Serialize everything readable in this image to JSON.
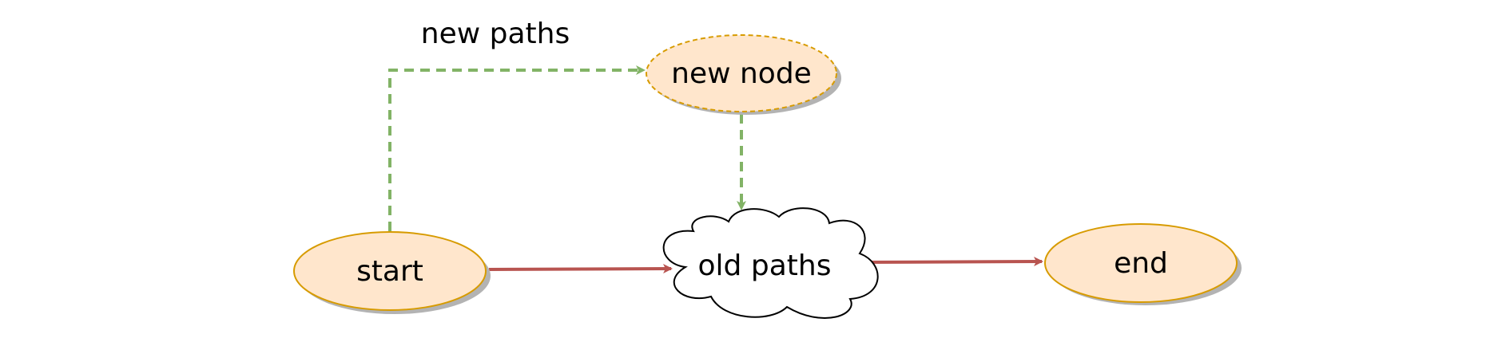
{
  "diagram": {
    "caption": "new paths",
    "nodes": {
      "start": {
        "label": "start",
        "shape": "ellipse"
      },
      "new_node": {
        "label": "new node",
        "shape": "ellipse-dashed"
      },
      "old_paths": {
        "label": "old paths",
        "shape": "cloud"
      },
      "end": {
        "label": "end",
        "shape": "ellipse"
      }
    },
    "edges": [
      {
        "from": "start",
        "to": "new_node",
        "style": "dashed",
        "color": "#82b366"
      },
      {
        "from": "new_node",
        "to": "old_paths",
        "style": "dashed",
        "color": "#82b366"
      },
      {
        "from": "start",
        "to": "old_paths",
        "style": "solid",
        "color": "#b85450"
      },
      {
        "from": "old_paths",
        "to": "end",
        "style": "solid",
        "color": "#b85450"
      }
    ]
  },
  "colors": {
    "node_fill": "#ffe6cc",
    "node_stroke": "#d79b00",
    "shadow": "#b3b3b3",
    "new_edge": "#82b366",
    "old_edge": "#b85450",
    "cloud_fill": "#ffffff",
    "cloud_stroke": "#000000"
  }
}
